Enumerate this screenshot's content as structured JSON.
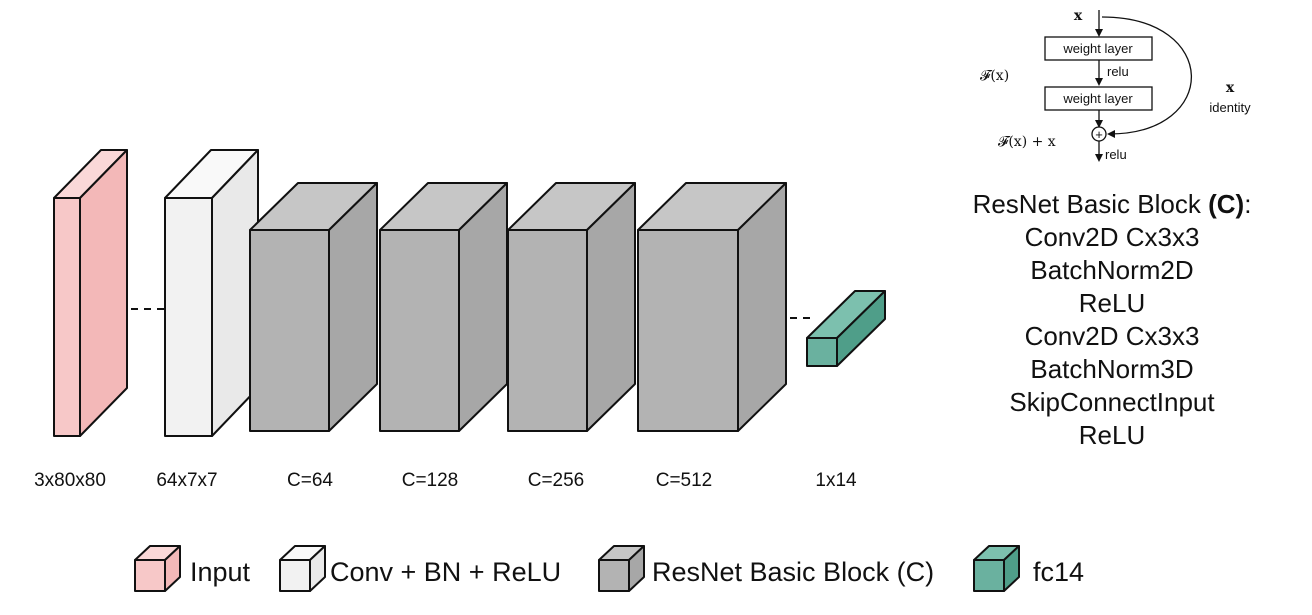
{
  "colors": {
    "input": {
      "front": "#f7c8c8",
      "top": "#fad8d8",
      "side": "#f3b8b8"
    },
    "conv": {
      "front": "#f2f2f2",
      "top": "#f9f9f9",
      "side": "#e9e9e9"
    },
    "resnet": {
      "front": "#b3b3b3",
      "top": "#c6c6c6",
      "side": "#a7a7a7"
    },
    "fc": {
      "front": "#6ab19f",
      "top": "#7cc0ae",
      "side": "#4f9e89"
    }
  },
  "layers": [
    {
      "label": "3x80x80",
      "kind": "input"
    },
    {
      "label": "64x7x7",
      "kind": "conv"
    },
    {
      "label": "C=64",
      "kind": "resnet"
    },
    {
      "label": "C=128",
      "kind": "resnet"
    },
    {
      "label": "C=256",
      "kind": "resnet"
    },
    {
      "label": "C=512",
      "kind": "resnet"
    },
    {
      "label": "1x14",
      "kind": "fc"
    }
  ],
  "legend": {
    "input": "Input",
    "conv": "Conv + BN + ReLU",
    "resnet": "ResNet Basic Block (C)",
    "fc": "fc14"
  },
  "residual_figure": {
    "x": "x",
    "weight_layer_1": "weight layer",
    "relu_mid": "relu",
    "weight_layer_2": "weight layer",
    "fx": "𝓕(x)",
    "x_side": "x",
    "identity": "identity",
    "fx_plus_x": "𝓕(x) + x",
    "relu_out": "relu"
  },
  "block_description": {
    "title_prefix": "ResNet Basic Block ",
    "title_bold": "(C)",
    "title_suffix": ":",
    "lines": [
      "Conv2D Cx3x3",
      "BatchNorm2D",
      "ReLU",
      "Conv2D Cx3x3",
      "BatchNorm3D",
      "SkipConnectInput",
      "ReLU"
    ]
  }
}
